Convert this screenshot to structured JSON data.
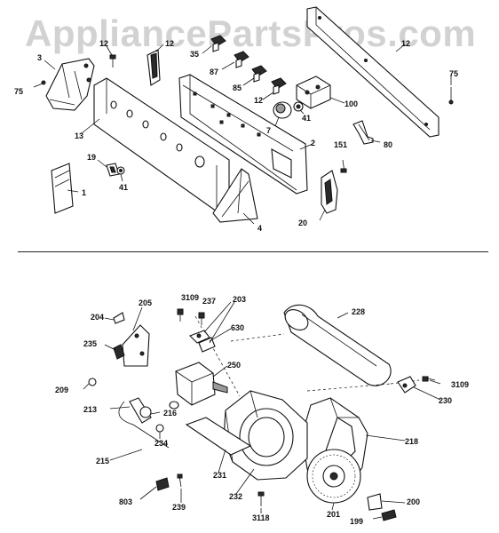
{
  "watermark": "AppliancePartsPros.com",
  "top_section": {
    "labels": {
      "p1": "1",
      "p2": "2",
      "p3": "3",
      "p4": "4",
      "p7": "7",
      "p12a": "12",
      "p12b": "12",
      "p13": "13",
      "p19": "19",
      "p20": "20",
      "p35": "35",
      "p41a": "41",
      "p41b": "41",
      "p75a": "75",
      "p75b": "75",
      "p80": "80",
      "p85": "85",
      "p87": "87",
      "p100": "100",
      "p151": "151"
    }
  },
  "bottom_section": {
    "labels": {
      "p199": "199",
      "p200": "200",
      "p201": "201",
      "p203": "203",
      "p204": "204",
      "p205": "205",
      "p209": "209",
      "p213": "213",
      "p215": "215",
      "p216": "216",
      "p218": "218",
      "p228": "228",
      "p230": "230",
      "p231": "231",
      "p232": "232",
      "p234": "234",
      "p235": "235",
      "p237": "237",
      "p239": "239",
      "p250": "250",
      "p630": "630",
      "p803": "803",
      "p3109a": "3109",
      "p3109b": "3109",
      "p3118": "3118"
    }
  }
}
